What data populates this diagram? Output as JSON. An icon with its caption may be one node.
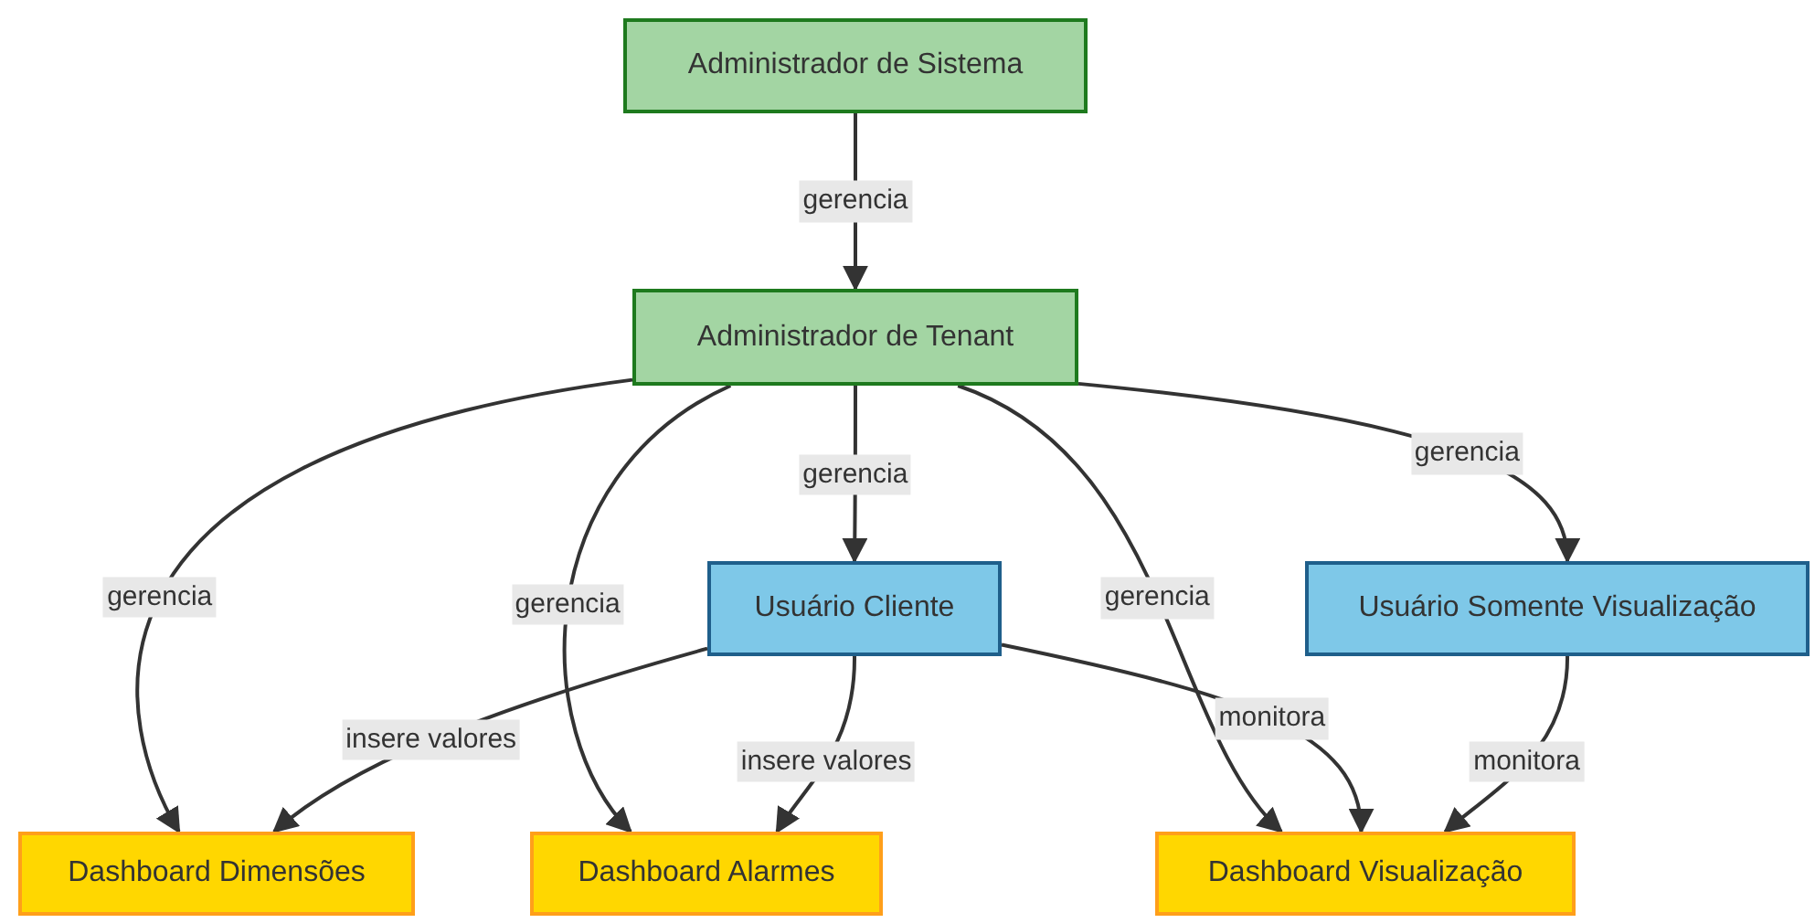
{
  "diagram": {
    "nodes": [
      {
        "text": [
          "Administrador de Sistema"
        ]
      },
      {
        "text": [
          "Administrador de Tenant"
        ]
      },
      {
        "text": [
          "Usuário Cliente"
        ]
      },
      {
        "text": [
          "Usuário Somente Visualização"
        ]
      },
      {
        "text": [
          "Dashboard Dimensões"
        ]
      },
      {
        "text": [
          "Dashboard Alarmes"
        ]
      },
      {
        "text": [
          "Dashboard Visualização"
        ]
      }
    ],
    "edges": [
      {
        "from": 0,
        "to": 1,
        "arrow": "to",
        "label": "gerencia"
      },
      {
        "from": 1,
        "to": 4,
        "arrow": "to",
        "label": "gerencia"
      },
      {
        "from": 1,
        "to": 5,
        "arrow": "to",
        "label": "gerencia"
      },
      {
        "from": 1,
        "to": 2,
        "arrow": "to",
        "label": "gerencia"
      },
      {
        "from": 1,
        "to": 6,
        "arrow": "to",
        "label": "gerencia"
      },
      {
        "from": 1,
        "to": 3,
        "arrow": "to",
        "label": "gerencia"
      },
      {
        "from": 2,
        "to": 4,
        "arrow": "to",
        "label": "insere valores"
      },
      {
        "from": 2,
        "to": 5,
        "arrow": "to",
        "label": "insere valores"
      },
      {
        "from": 2,
        "to": 6,
        "arrow": "to",
        "label": "monitora"
      },
      {
        "from": 3,
        "to": 6,
        "arrow": "to",
        "label": "monitora"
      }
    ]
  }
}
